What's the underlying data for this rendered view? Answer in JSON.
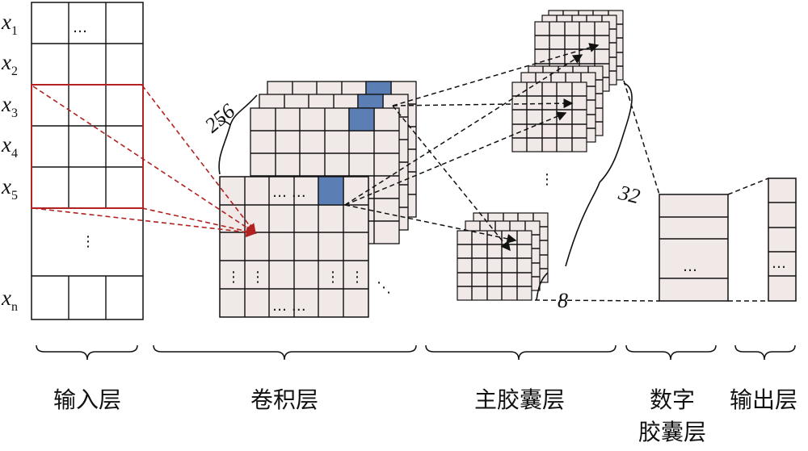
{
  "layers": {
    "input": "输入层",
    "conv": "卷积层",
    "primary": "主胶囊层",
    "digit_line1": "数字",
    "digit_line2": "胶囊层",
    "output": "输出层"
  },
  "inputs": [
    {
      "base": "x",
      "sub": "1"
    },
    {
      "base": "x",
      "sub": "2"
    },
    {
      "base": "x",
      "sub": "3"
    },
    {
      "base": "x",
      "sub": "4"
    },
    {
      "base": "x",
      "sub": "5"
    },
    {
      "base": "x",
      "sub": "n"
    }
  ],
  "dimensions": {
    "conv_channels": "256",
    "primary_capsules": "32",
    "capsule_dim": "8"
  },
  "ellipsis": {
    "h": "…",
    "hd": "… …",
    "v": "⋮",
    "d": "⋱"
  },
  "colors": {
    "grid_fill": "#f1e9e7",
    "highlight": "#5b7fb4",
    "receptive_field": "#b22222",
    "line": "#111111"
  }
}
